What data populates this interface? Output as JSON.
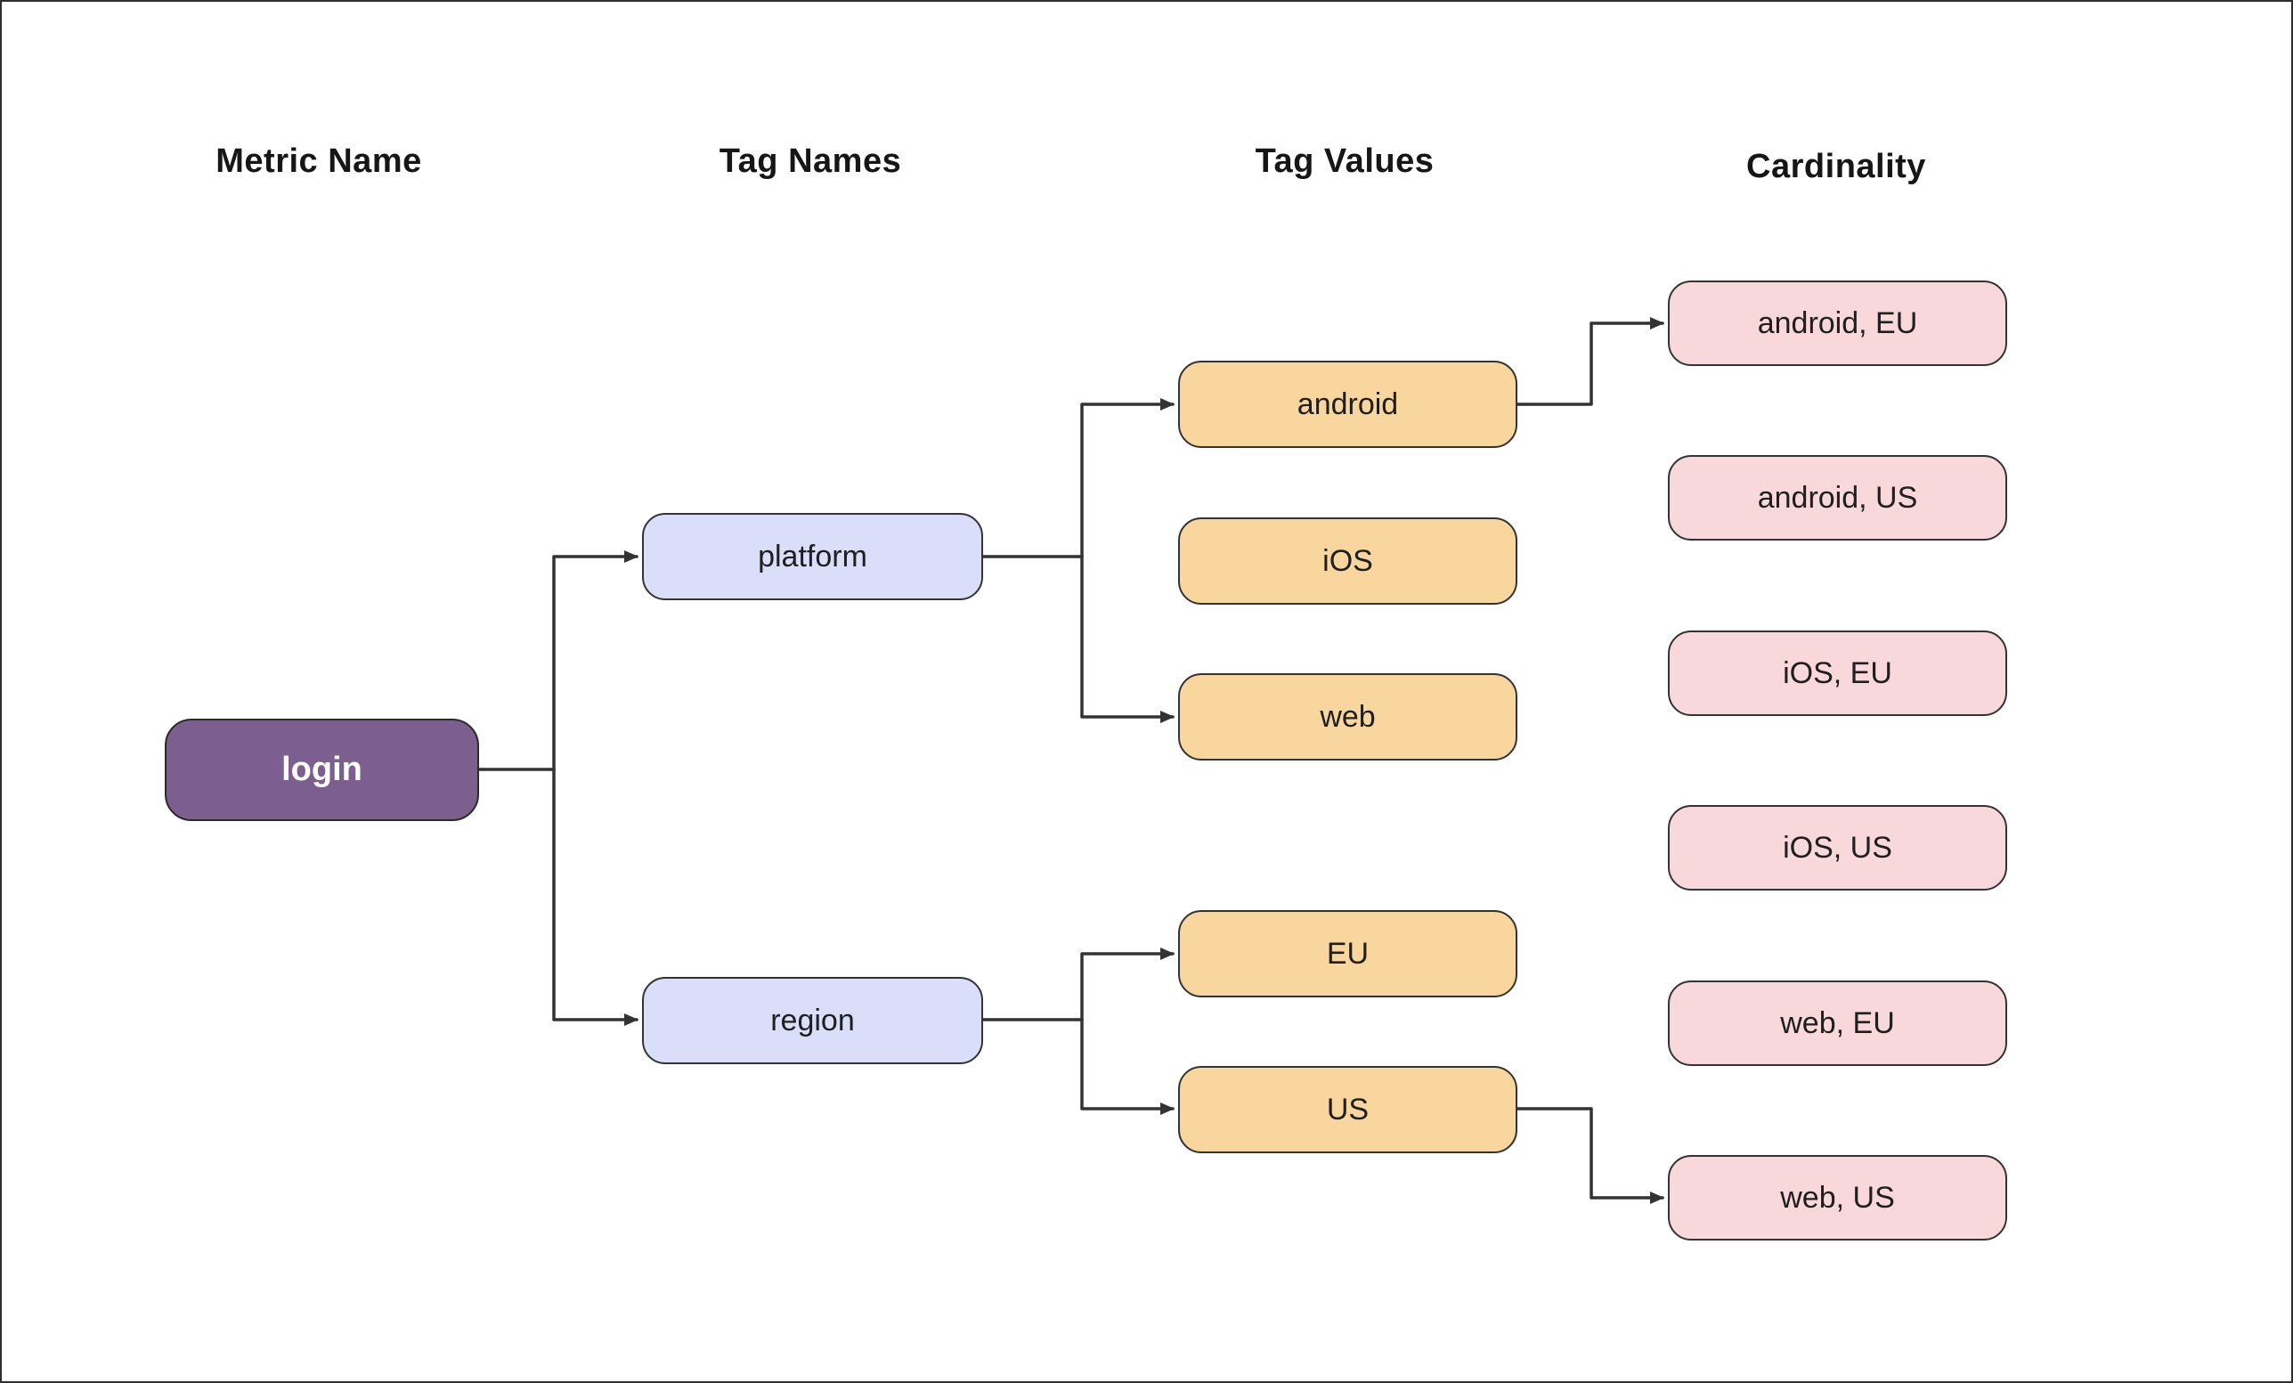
{
  "diagram": {
    "headers": [
      "Metric Name",
      "Tag Names",
      "Tag Values",
      "Cardinality"
    ],
    "nodes": {
      "metric": {
        "label": "login"
      },
      "tag_names": [
        {
          "label": "platform"
        },
        {
          "label": "region"
        }
      ],
      "tag_values": [
        {
          "label": "android"
        },
        {
          "label": "iOS"
        },
        {
          "label": "web"
        },
        {
          "label": "EU"
        },
        {
          "label": "US"
        }
      ],
      "cardinality": [
        {
          "label": "android, EU"
        },
        {
          "label": "android, US"
        },
        {
          "label": "iOS, EU"
        },
        {
          "label": "iOS, US"
        },
        {
          "label": "web, EU"
        },
        {
          "label": "web, US"
        }
      ]
    },
    "edges": [
      {
        "from": "login",
        "to": "platform"
      },
      {
        "from": "login",
        "to": "region"
      },
      {
        "from": "platform",
        "to": "android"
      },
      {
        "from": "platform",
        "to": "web"
      },
      {
        "from": "region",
        "to": "EU"
      },
      {
        "from": "region",
        "to": "US"
      },
      {
        "from": "android",
        "to": "android, EU"
      },
      {
        "from": "US",
        "to": "web, US"
      }
    ],
    "colors": {
      "background": "#ffffff",
      "frame_border": "#2e2e2e",
      "metric_fill": "#7c5f8e",
      "metric_text": "#ffffff",
      "tag_name_fill": "#dadef9",
      "tag_value_fill": "#f9d69e",
      "cardinality_fill": "#f8d8da",
      "node_border": "#333333",
      "line": "#333333",
      "text": "#1f1f1f",
      "header_text": "#161616"
    }
  }
}
